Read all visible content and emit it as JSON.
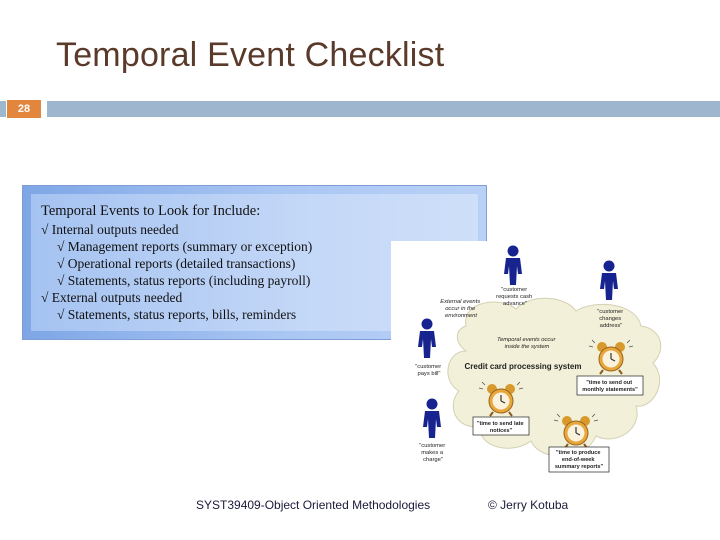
{
  "slide": {
    "title": "Temporal Event Checklist",
    "number": "28"
  },
  "checklist": {
    "heading": "Temporal Events to Look for Include:",
    "lines": [
      "√ Internal outputs needed",
      "√ Management reports (summary or exception)",
      "√ Operational reports (detailed transactions)",
      "√ Statements, status reports (including payroll)",
      "√ External outputs needed",
      "√ Statements, status reports, bills, reminders"
    ]
  },
  "diagram": {
    "external_label": [
      "External events",
      "occur in the",
      "environment"
    ],
    "temporal_label": [
      "Temporal events occur",
      "inside the system"
    ],
    "system_name": "Credit card processing system",
    "actors": [
      {
        "lines": [
          "\"customer",
          "requests cash",
          "advance\""
        ]
      },
      {
        "lines": [
          "\"customer",
          "changes",
          "address\""
        ]
      },
      {
        "lines": [
          "\"customer",
          "pays bill\""
        ]
      },
      {
        "lines": [
          "\"customer",
          "makes a",
          "charge\""
        ]
      }
    ],
    "clocks": [
      {
        "lines": [
          "\"time to send out",
          "monthly statements\""
        ]
      },
      {
        "lines": [
          "\"time to send late",
          "notices\""
        ]
      },
      {
        "lines": [
          "\"time to produce",
          "end-of-week",
          "summary reports\""
        ]
      }
    ],
    "colors": {
      "actor": "#17238f",
      "cloud": "#f2f0d8",
      "clock": "#e8a73a"
    }
  },
  "footer": {
    "course": "SYST39409-Object Oriented Methodologies",
    "copyright": "© Jerry Kotuba"
  }
}
